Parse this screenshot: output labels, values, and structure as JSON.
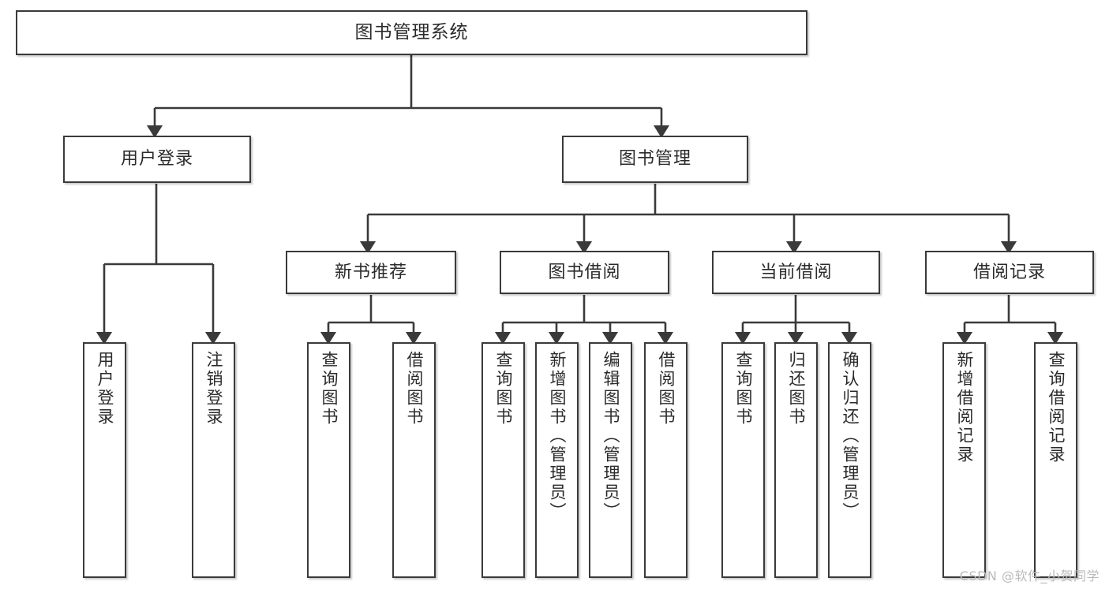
{
  "diagram": {
    "title": "图书管理系统",
    "type": "tree-hierarchy-diagram",
    "root": {
      "id": "root",
      "label": "图书管理系统"
    },
    "level2": [
      {
        "id": "user-login",
        "label": "用户登录"
      },
      {
        "id": "book-manage",
        "label": "图书管理"
      }
    ],
    "level3": [
      {
        "id": "new-book-recommend",
        "label": "新书推荐",
        "parent": "book-manage"
      },
      {
        "id": "book-borrow",
        "label": "图书借阅",
        "parent": "book-manage"
      },
      {
        "id": "current-borrow",
        "label": "当前借阅",
        "parent": "book-manage"
      },
      {
        "id": "borrow-record",
        "label": "借阅记录",
        "parent": "book-manage"
      }
    ],
    "leaves": [
      {
        "id": "leaf-user-login",
        "label": "用户登录",
        "parent": "user-login"
      },
      {
        "id": "leaf-user-logout",
        "label": "注销登录",
        "parent": "user-login"
      },
      {
        "id": "leaf-query-book-1",
        "label": "查询图书",
        "parent": "new-book-recommend"
      },
      {
        "id": "leaf-borrow-book-1",
        "label": "借阅图书",
        "parent": "new-book-recommend"
      },
      {
        "id": "leaf-query-book-2",
        "label": "查询图书",
        "parent": "book-borrow"
      },
      {
        "id": "leaf-add-book",
        "label": "新增图书（管理员）",
        "parent": "book-borrow"
      },
      {
        "id": "leaf-edit-book",
        "label": "编辑图书（管理员）",
        "parent": "book-borrow"
      },
      {
        "id": "leaf-borrow-book-2",
        "label": "借阅图书",
        "parent": "book-borrow"
      },
      {
        "id": "leaf-query-book-3",
        "label": "查询图书",
        "parent": "current-borrow"
      },
      {
        "id": "leaf-return-book",
        "label": "归还图书",
        "parent": "current-borrow"
      },
      {
        "id": "leaf-confirm-return",
        "label": "确认归还（管理员）",
        "parent": "current-borrow"
      },
      {
        "id": "leaf-add-record",
        "label": "新增借阅记录",
        "parent": "borrow-record"
      },
      {
        "id": "leaf-query-record",
        "label": "查询借阅记录",
        "parent": "borrow-record"
      }
    ],
    "colors": {
      "border": "#3a3a3a",
      "text": "#2b2b2b",
      "background": "#ffffff",
      "connector": "#3a3a3a",
      "watermark": "#b9b9b9"
    }
  },
  "watermark": {
    "text": "CSDN @软件_小贺同学"
  }
}
